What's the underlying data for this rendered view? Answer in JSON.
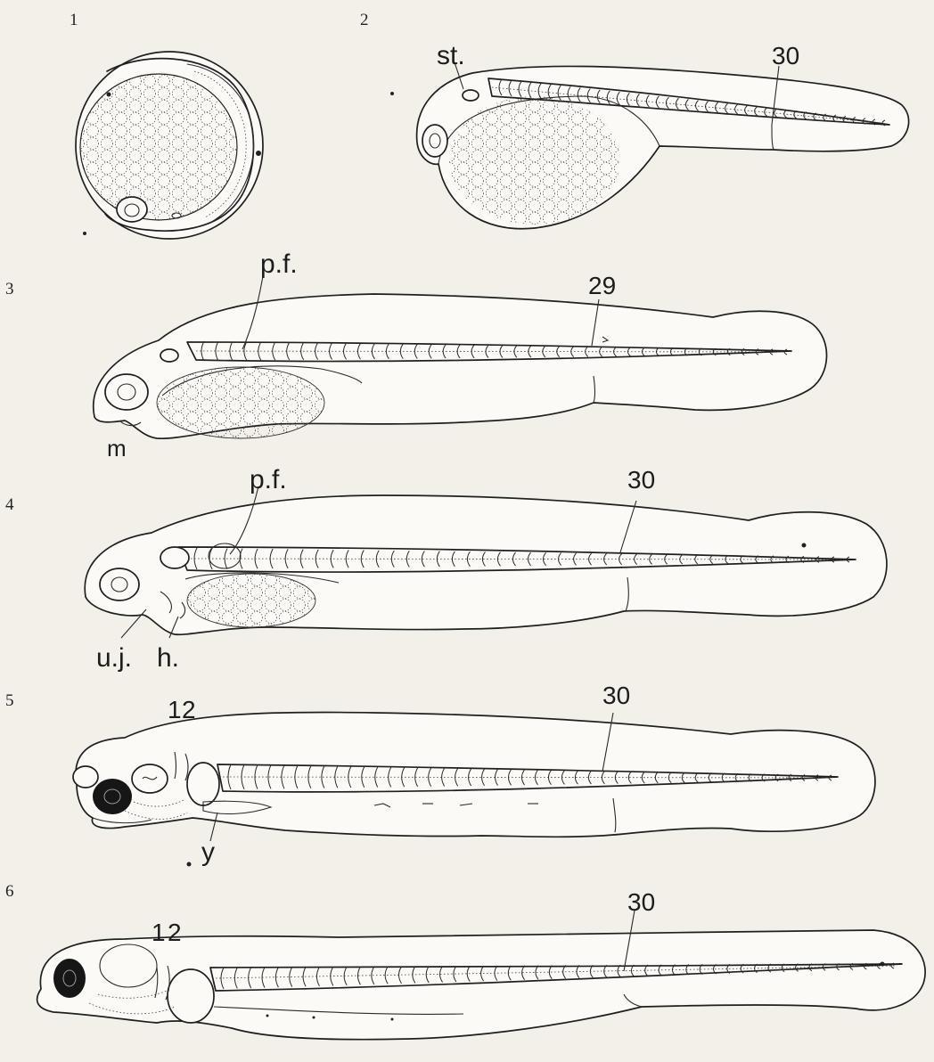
{
  "figure_numbers": [
    "1",
    "2",
    "3",
    "4",
    "5",
    "6"
  ],
  "labels": {
    "st": "st.",
    "pf3": "p.f.",
    "pf4": "p.f.",
    "m": "m",
    "uj": "u.j.",
    "h": "h.",
    "y": "y",
    "one5": "1",
    "two5": "2",
    "one6": "1",
    "two6": "2",
    "n2": "30",
    "n3": "29",
    "n4": "30",
    "n5": "30",
    "n6": "30"
  },
  "colors": {
    "paper": "#f3f0ea",
    "ink": "#1f1f1f"
  }
}
